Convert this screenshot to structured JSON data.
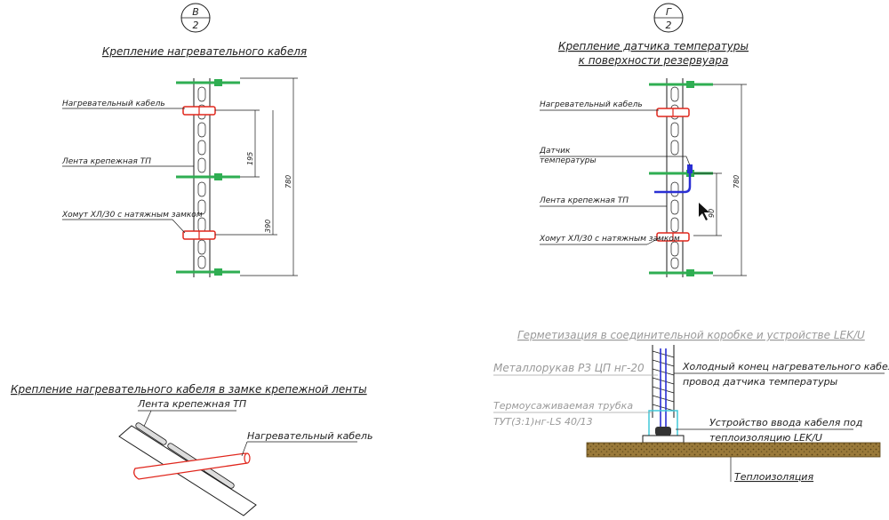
{
  "view_v": {
    "letter": "В",
    "sheet": "2",
    "title": "Крепление нагревательного кабеля"
  },
  "view_g": {
    "letter": "Г",
    "sheet": "2",
    "title_line1": "Крепление датчика температуры",
    "title_line2": "к поверхности резервуара"
  },
  "labels_v": {
    "heating_cable": "Нагревательный кабель",
    "mounting_tape": "Лента крепежная ТП",
    "clamp": "Хомут ХЛ/30 с натяжным замком"
  },
  "labels_g": {
    "heating_cable": "Нагревательный кабель",
    "sensor_line1": "Датчик",
    "sensor_line2": "температуры",
    "mounting_tape": "Лента крепежная ТП",
    "clamp": "Хомут ХЛ/30 с натяжным замком"
  },
  "dims_v": {
    "d195": "195",
    "d390": "390",
    "d780": "780"
  },
  "dims_g": {
    "d780": "780",
    "d90": "90"
  },
  "lock_view": {
    "title": "Крепление нагревательного кабеля в замке крепежной ленты",
    "tape": "Лента крепежная ТП",
    "cable": "Нагревательный кабель"
  },
  "seal_view": {
    "title": "Герметизация в соединительной коробке и устройстве LEK/U",
    "metal_hose": "Металлорукав РЗ ЦП нг-20",
    "heatshrink_line1": "Термоусаживаемая трубка",
    "heatshrink_line2": "ТУТ(3:1)нг-LS 40/13",
    "cold_end_line1": "Холодный конец нагревательного кабеля /",
    "cold_end_line2": "провод датчика температуры",
    "entry_line1": "Устройство ввода кабеля под",
    "entry_line2": "теплоизоляцию LEK/U",
    "insulation": "Теплоизоляция"
  },
  "colors": {
    "tape": "#2fae52",
    "clamp": "#e0261c",
    "sensor": "#2a2fd4",
    "heatshrink": "#40c8d8",
    "insulation": "#8a6a2a"
  }
}
